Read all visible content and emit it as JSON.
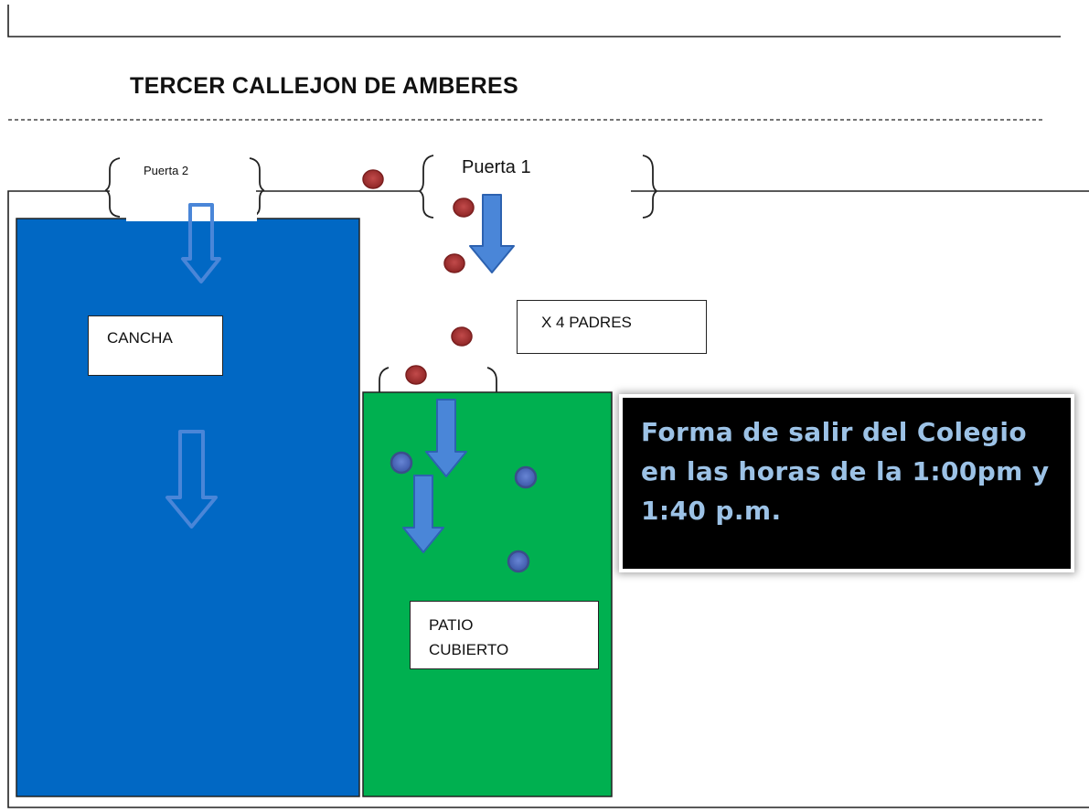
{
  "diagram": {
    "street_name": "TERCER CALLEJON DE AMBERES",
    "gates": {
      "gate_2": "Puerta 2",
      "gate_1": "Puerta 1"
    },
    "areas": {
      "court": {
        "label": "CANCHA",
        "color": "#0168c4"
      },
      "covered_patio": {
        "label": "PATIO\nCUBIERTO",
        "color": "#00b050"
      }
    },
    "parents_note": "X 4 PADRES",
    "info_panel": {
      "text": "Forma de salir del Colegio en las horas de la 1:00pm y 1:40 p.m.",
      "background": "#000000",
      "text_color": "#9cc2e6"
    },
    "markers": {
      "parent_color": "#a83232",
      "student_color": "#4a6bc2"
    },
    "arrow_color": "#4a86d8"
  }
}
